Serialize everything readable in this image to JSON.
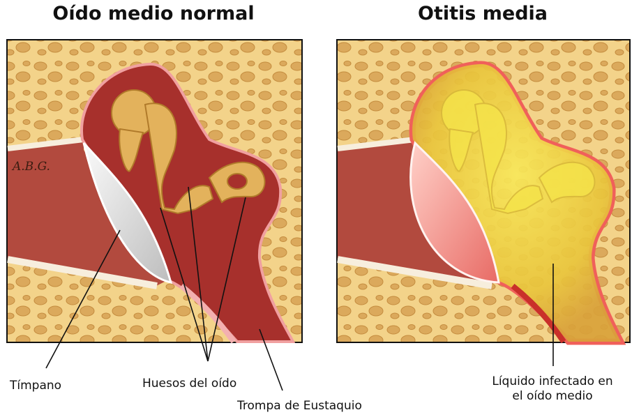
{
  "titles": {
    "normal": "Oído medio normal",
    "otitis": "Otitis media"
  },
  "labels": {
    "timpano": "Tímpano",
    "huesos": "Huesos del oído",
    "trompa": "Trompa de Eustaquio",
    "liquido_line1": "Líquido infectado en",
    "liquido_line2": "el oído medio"
  },
  "signature": "A.B.G.",
  "colors": {
    "bone": "#f3d38a",
    "bone_pore": "#d9a95a",
    "middle_ear_cavity": "#a7302c",
    "canal": "#b24a3e",
    "eardrum": "#e9e9e9",
    "ossicles": "#e3b25c",
    "infected_fluid": "#f2d23a",
    "inflamed_membrane": "#f0605a"
  }
}
